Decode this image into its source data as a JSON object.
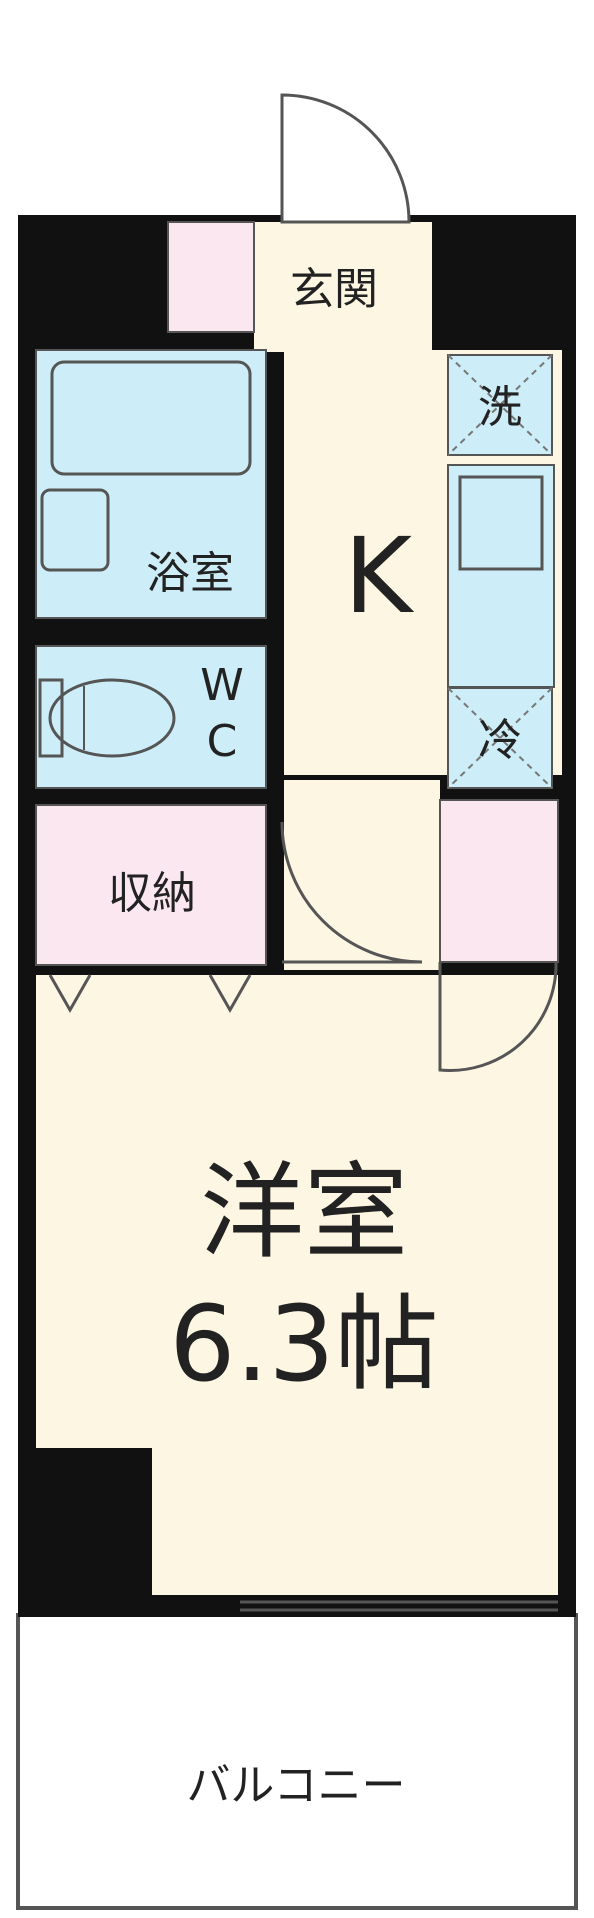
{
  "colors": {
    "wall": "#111111",
    "room_floor": "#fdf6e3",
    "wet_area": "#cdeef8",
    "storage": "#fbe7ef",
    "outline": "#555555",
    "balcony_fill": "#ffffff"
  },
  "rooms": {
    "entrance": {
      "label": "玄関"
    },
    "kitchen": {
      "label": "K"
    },
    "washer": {
      "label": "洗"
    },
    "fridge": {
      "label": "冷"
    },
    "bathroom": {
      "label": "浴室"
    },
    "toilet": {
      "label_line1": "W",
      "label_line2": "C"
    },
    "closet": {
      "label": "収納"
    },
    "western_room": {
      "label": "洋室",
      "size": "6.3帖"
    },
    "balcony": {
      "label": "バルコニー"
    }
  }
}
